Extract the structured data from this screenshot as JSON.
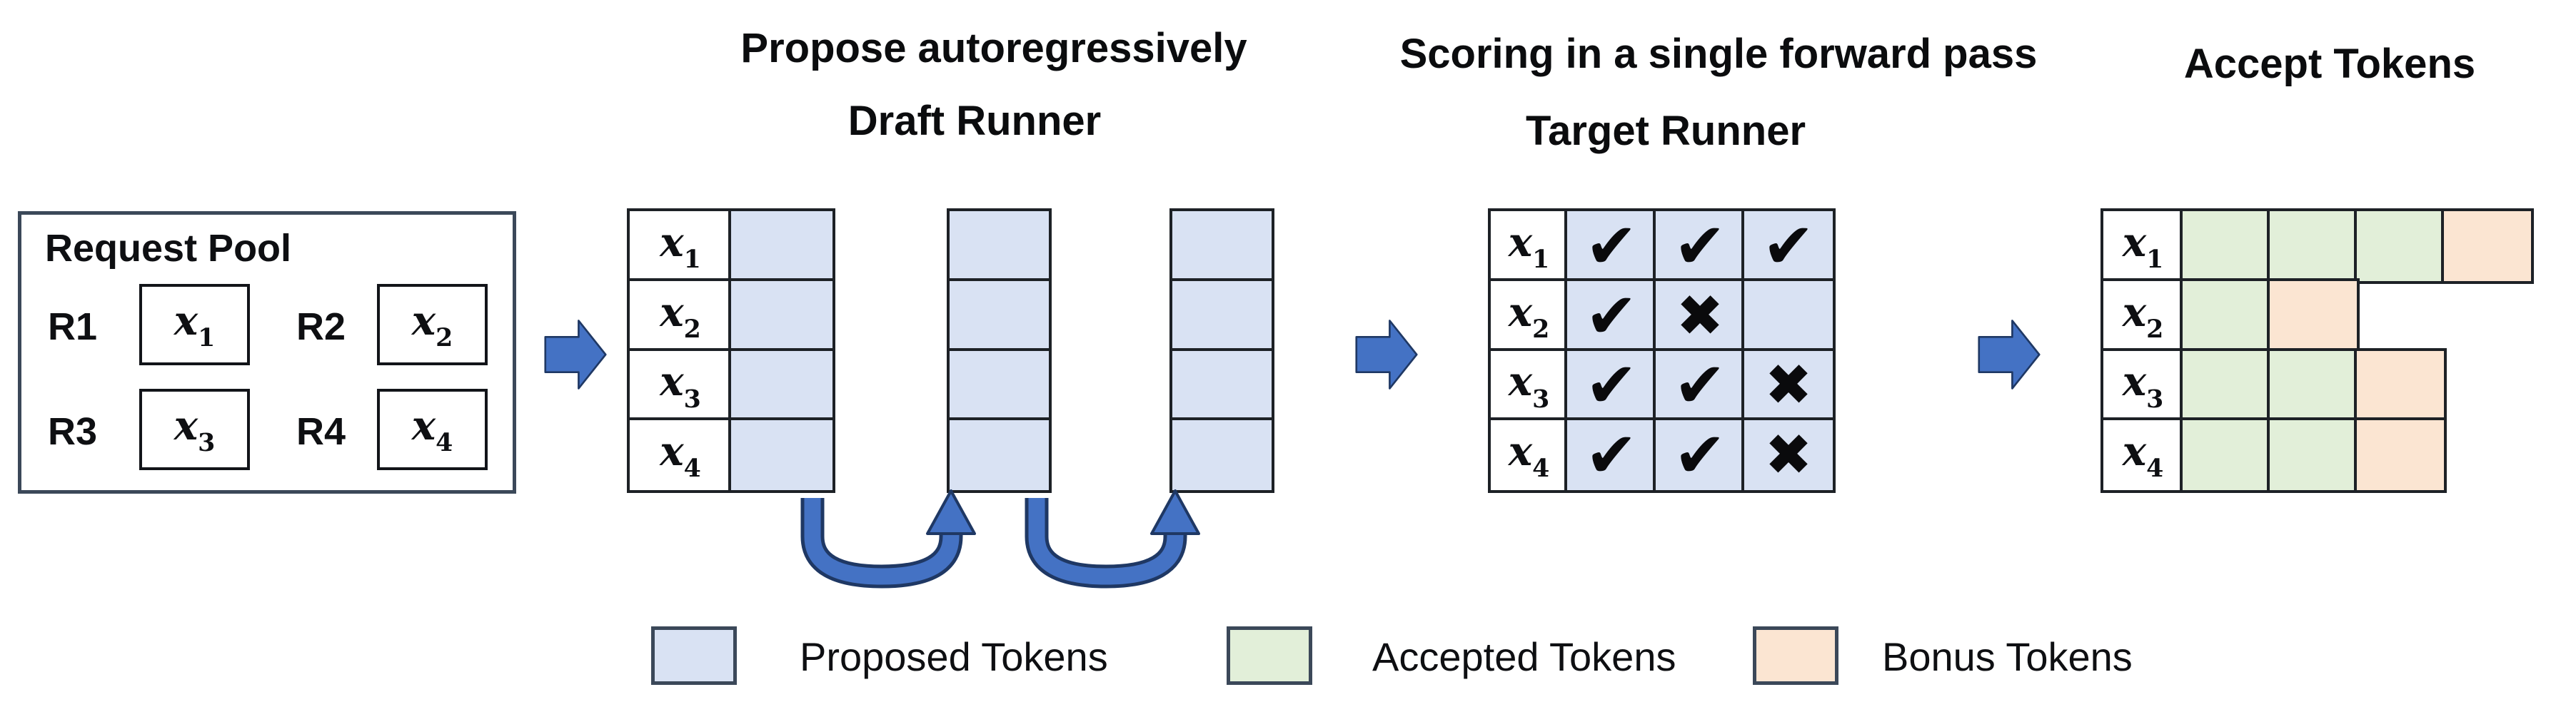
{
  "titles": {
    "propose": "Propose autoregressively",
    "draft_runner": "Draft Runner",
    "scoring": "Scoring in a single forward pass",
    "target_runner": "Target Runner",
    "accept": "Accept Tokens"
  },
  "request_pool": {
    "title": "Request Pool",
    "requests": [
      {
        "id": "R1",
        "token_base": "x",
        "token_sub": "1"
      },
      {
        "id": "R2",
        "token_base": "x",
        "token_sub": "2"
      },
      {
        "id": "R3",
        "token_base": "x",
        "token_sub": "3"
      },
      {
        "id": "R4",
        "token_base": "x",
        "token_sub": "4"
      }
    ]
  },
  "row_labels": [
    {
      "base": "x",
      "sub": "1"
    },
    {
      "base": "x",
      "sub": "2"
    },
    {
      "base": "x",
      "sub": "3"
    },
    {
      "base": "x",
      "sub": "4"
    }
  ],
  "draft_runner": {
    "rows": 4,
    "proposal_steps": 3
  },
  "target_runner": {
    "marks": [
      [
        "check",
        "check",
        "check"
      ],
      [
        "check",
        "cross",
        "none"
      ],
      [
        "check",
        "check",
        "cross"
      ],
      [
        "check",
        "check",
        "cross"
      ]
    ]
  },
  "accept": {
    "cells": [
      [
        "accepted",
        "accepted",
        "accepted",
        "bonus"
      ],
      [
        "accepted",
        "bonus"
      ],
      [
        "accepted",
        "accepted",
        "bonus"
      ],
      [
        "accepted",
        "accepted",
        "bonus"
      ]
    ]
  },
  "legend": [
    {
      "swatch": "proposed",
      "label": "Proposed Tokens"
    },
    {
      "swatch": "accepted",
      "label": "Accepted Tokens"
    },
    {
      "swatch": "bonus",
      "label": "Bonus Tokens"
    }
  ],
  "glyphs": {
    "check": "✔",
    "cross": "✖"
  },
  "colors": {
    "proposed": "#d9e2f3",
    "accepted": "#e2efd9",
    "bonus": "#fbe5d2",
    "arrow_fill": "#4472c4",
    "arrow_outline": "#1f3864",
    "grid_border": "#1d2126",
    "pool_border": "#3b4859"
  }
}
